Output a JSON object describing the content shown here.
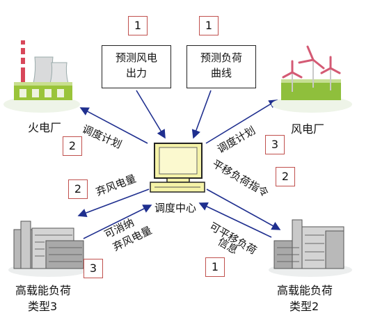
{
  "inputs": {
    "wind_forecast": {
      "line1": "预测风电",
      "line2": "出力",
      "badge": "1"
    },
    "load_forecast": {
      "line1": "预测负荷",
      "line2": "曲线",
      "badge": "1"
    }
  },
  "center": {
    "label": "调度中心"
  },
  "nodes": {
    "thermal": {
      "label": "火电厂"
    },
    "wind": {
      "label": "风电厂"
    },
    "load3": {
      "line1": "高载能负荷",
      "line2": "类型3"
    },
    "load2": {
      "line1": "高载能负荷",
      "line2": "类型2"
    }
  },
  "flows": {
    "schedule_thermal": {
      "label": "调度计划",
      "badge": "2"
    },
    "schedule_wind": {
      "label": "调度计划",
      "badge": "3"
    },
    "curtailment": {
      "label": "弃风电量",
      "badge": "2"
    },
    "absorb": {
      "line1": "可消纳",
      "line2": "弃风电量",
      "badge": "3"
    },
    "shift_cmd": {
      "label": "平移负荷指令",
      "badge": "2"
    },
    "shift_info": {
      "line1": "可平移负荷",
      "line2": "信息",
      "badge": "1"
    }
  },
  "colors": {
    "arrow": "#1f2f8f",
    "badge_border": "#c0504d",
    "monitor": "#f5f3a8"
  }
}
